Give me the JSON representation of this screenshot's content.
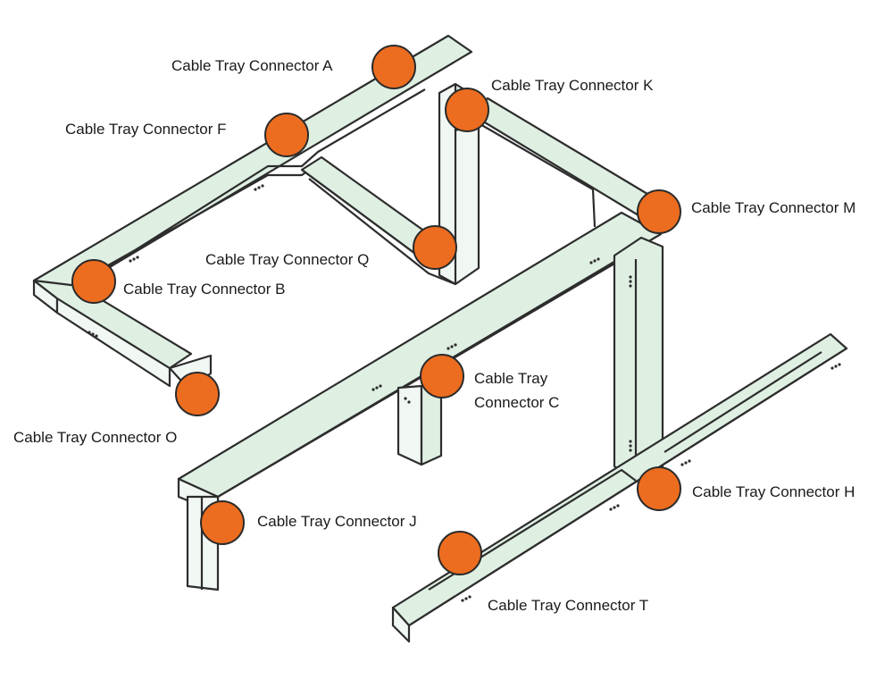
{
  "colors": {
    "tray_top": "#dff0e3",
    "tray_side": "#f1f7f2",
    "tray_shadow": "#c9dccd",
    "outline": "#2d2d2d",
    "marker": "#ec6d1f"
  },
  "connectors": [
    {
      "id": "A",
      "label": "Cable Tray Connector A"
    },
    {
      "id": "K",
      "label": "Cable Tray Connector K"
    },
    {
      "id": "F",
      "label": "Cable Tray Connector F"
    },
    {
      "id": "M",
      "label": "Cable Tray Connector M"
    },
    {
      "id": "Q",
      "label": "Cable Tray Connector Q"
    },
    {
      "id": "B",
      "label": "Cable Tray Connector B"
    },
    {
      "id": "C",
      "label": "Cable Tray Connector C"
    },
    {
      "id": "O",
      "label": "Cable Tray Connector O"
    },
    {
      "id": "H",
      "label": "Cable Tray Connector H"
    },
    {
      "id": "J",
      "label": "Cable Tray Connector J"
    },
    {
      "id": "T",
      "label": "Cable Tray Connector T"
    }
  ]
}
